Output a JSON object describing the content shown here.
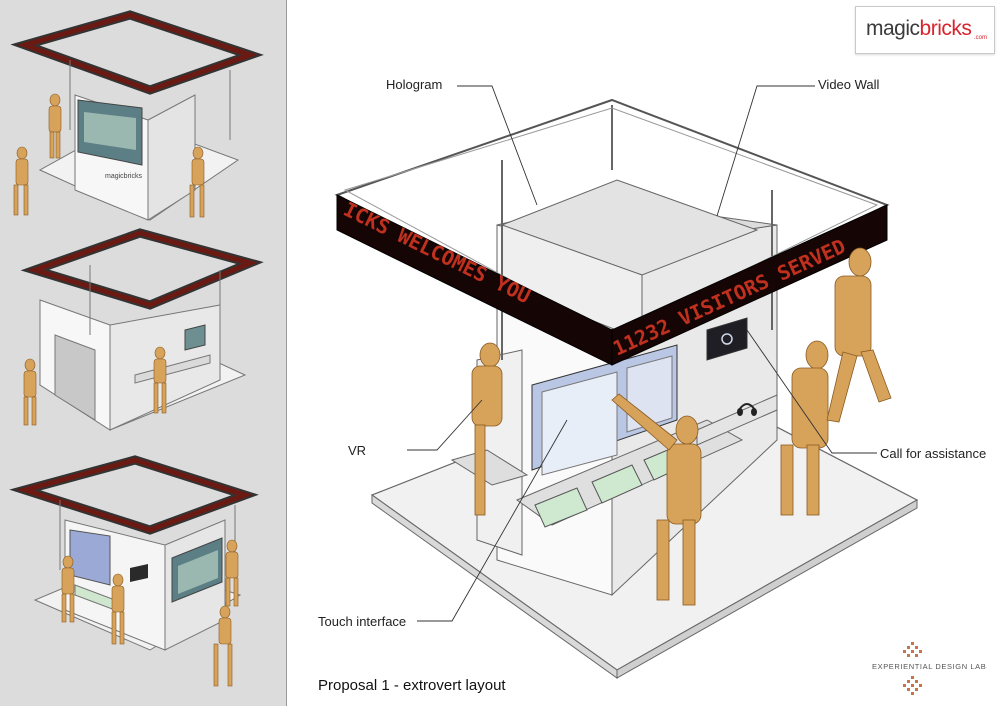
{
  "brand": {
    "logo_part1": "magic",
    "logo_part2": "bricks",
    "logo_suffix": ".com",
    "accent_color": "#d9232d",
    "booth_logo": "magicbricks"
  },
  "callouts": {
    "hologram": "Hologram",
    "video_wall": "Video Wall",
    "vr": "VR",
    "call_for_assistance": "Call for assistance",
    "touch_interface": "Touch interface"
  },
  "ticker": {
    "text_main": "ICKS WELCOMES YOU",
    "text_right": "11232 VISITORS SERVED",
    "color": "#c0301f"
  },
  "caption": "Proposal 1 - extrovert layout",
  "lab_name": "EXPERIENTIAL DESIGN LAB",
  "icons": [
    "magicbricks-logo",
    "experiential-design-lab-logo",
    "headphones-icon"
  ]
}
